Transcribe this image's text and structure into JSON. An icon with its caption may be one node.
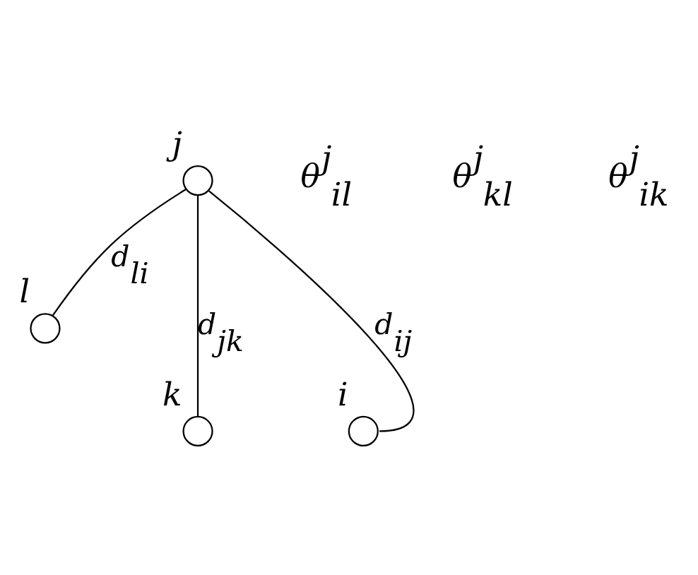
{
  "diagram": {
    "nodes": [
      {
        "text": [],
        "shape": "circle",
        "beside": [
          "j"
        ]
      },
      {
        "text": [],
        "shape": "circle",
        "beside": [
          "l"
        ]
      },
      {
        "text": [],
        "shape": "circle",
        "beside": [
          "k"
        ]
      },
      {
        "text": [],
        "shape": "circle",
        "beside": [
          "i"
        ]
      }
    ],
    "edges": [
      {
        "from": 0,
        "to": 1,
        "arrow": "none",
        "label": "d$_{li}$"
      },
      {
        "from": 0,
        "to": 2,
        "arrow": "none",
        "label": "d$_{jk}$"
      },
      {
        "from": 0,
        "to": 3,
        "arrow": "none",
        "label": "d$_{ij}$"
      }
    ],
    "labels": [
      "θ$^{j}$$_{il}$",
      "θ$^{j}$$_{kl}$",
      "θ$^{j}$$_{ik}$"
    ]
  }
}
